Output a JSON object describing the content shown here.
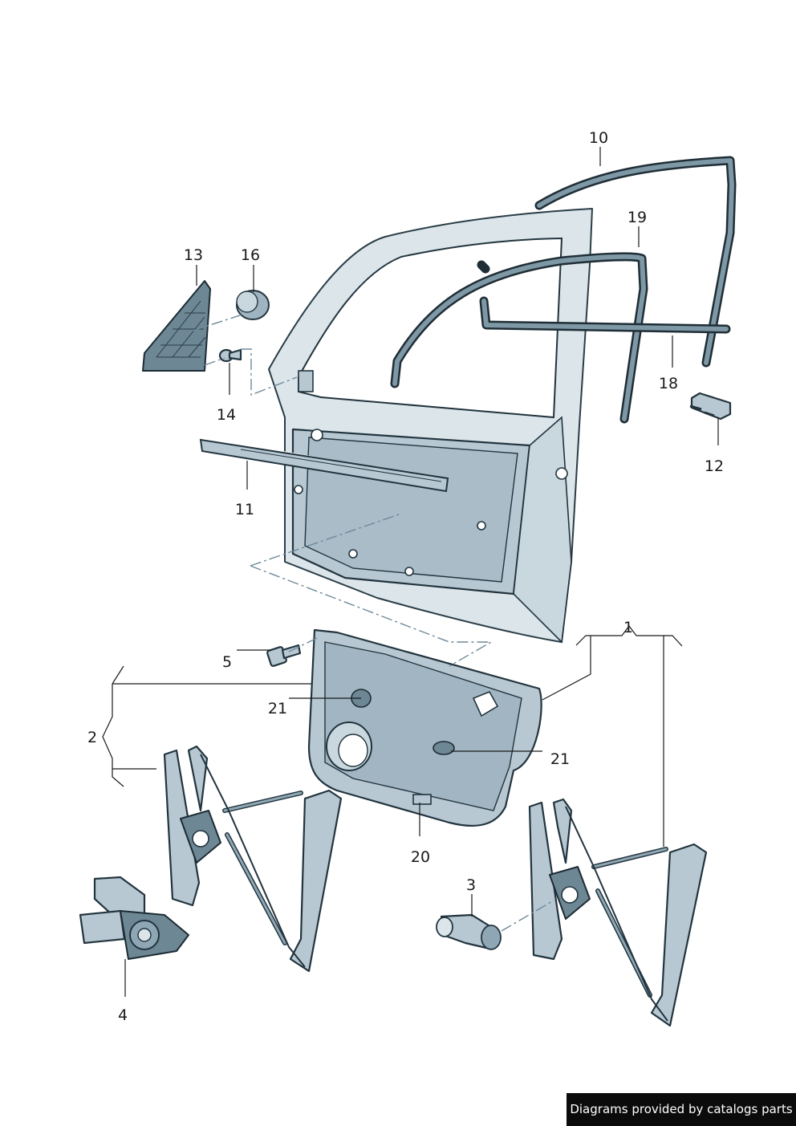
{
  "diagram": {
    "callouts": {
      "c1": "1",
      "c2": "2",
      "c3": "3",
      "c4": "4",
      "c5": "5",
      "c10": "10",
      "c11": "11",
      "c12": "12",
      "c13": "13",
      "c14": "14",
      "c16": "16",
      "c18": "18",
      "c19": "19",
      "c20": "20",
      "c21a": "21",
      "c21b": "21"
    }
  },
  "footer": {
    "credit": "Diagrams provided by catalogs parts"
  },
  "colors": {
    "part_fill": "#b7c8d2",
    "outline": "#22343e",
    "credit_background": "#0b0b0b"
  }
}
